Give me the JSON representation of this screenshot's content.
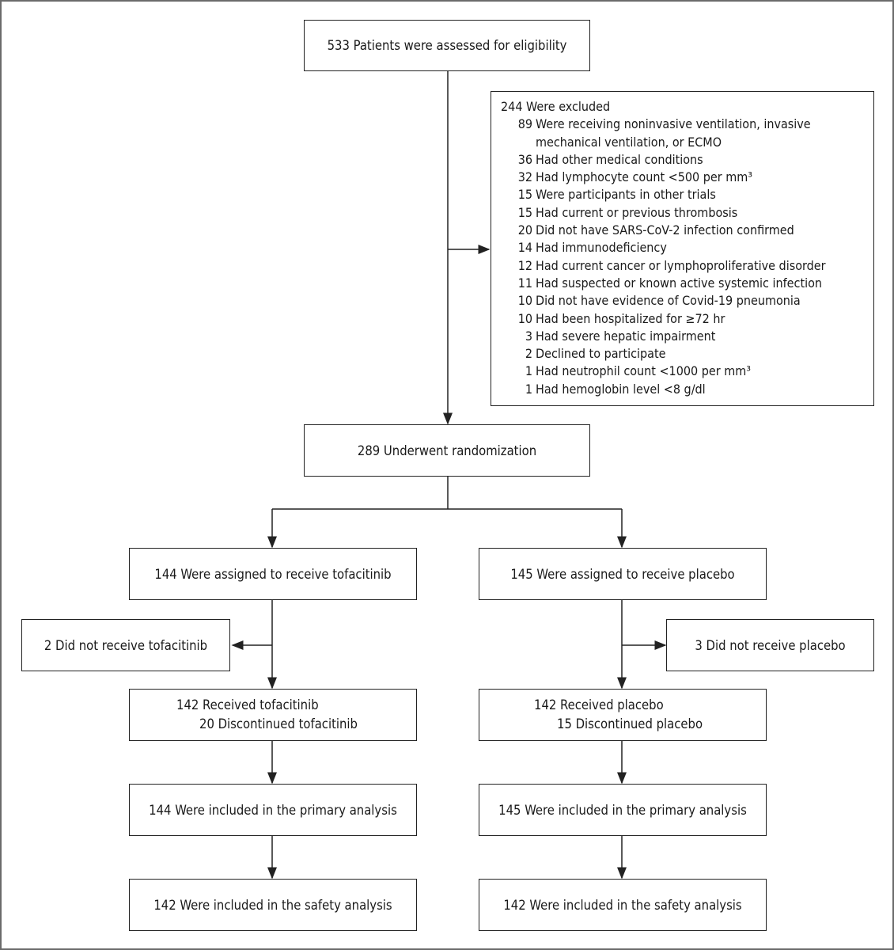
{
  "assessed": "533 Patients were assessed for eligibility",
  "excluded": {
    "title": "244 Were excluded",
    "reasons": [
      {
        "n": "89",
        "text": "Were receiving noninvasive ventilation, invasive",
        "cont": "mechanical ventilation, or ECMO"
      },
      {
        "n": "36",
        "text": "Had other medical conditions"
      },
      {
        "n": "32",
        "text": "Had lymphocyte count <500 per mm³"
      },
      {
        "n": "15",
        "text": "Were participants in other trials"
      },
      {
        "n": "15",
        "text": "Had current or previous thrombosis"
      },
      {
        "n": "20",
        "text": "Did not have SARS-CoV-2 infection confirmed"
      },
      {
        "n": "14",
        "text": "Had immunodeficiency"
      },
      {
        "n": "12",
        "text": "Had current cancer or lymphoproliferative disorder"
      },
      {
        "n": "11",
        "text": "Had suspected or known active systemic infection"
      },
      {
        "n": "10",
        "text": "Did not have evidence of Covid-19 pneumonia"
      },
      {
        "n": "10",
        "text": "Had been hospitalized for ≥72 hr"
      },
      {
        "n": "3",
        "text": "Had severe hepatic impairment"
      },
      {
        "n": "2",
        "text": "Declined to participate"
      },
      {
        "n": "1",
        "text": "Had neutrophil count <1000 per mm³"
      },
      {
        "n": "1",
        "text": "Had hemoglobin level <8 g/dl"
      }
    ]
  },
  "randomized": "289 Underwent randomization",
  "tofacitinib": {
    "assigned": "144 Were assigned to receive tofacitinib",
    "not_received": "2 Did not receive tofacitinib",
    "received": "142 Received tofacitinib",
    "discontinued": "20 Discontinued tofacitinib",
    "primary": "144 Were included in the primary analysis",
    "safety": "142 Were included in the safety analysis"
  },
  "placebo": {
    "assigned": "145 Were assigned to receive placebo",
    "not_received": "3 Did not receive placebo",
    "received": "142 Received placebo",
    "discontinued": "15 Discontinued placebo",
    "primary": "145 Were included in the primary analysis",
    "safety": "142 Were included in the safety analysis"
  }
}
